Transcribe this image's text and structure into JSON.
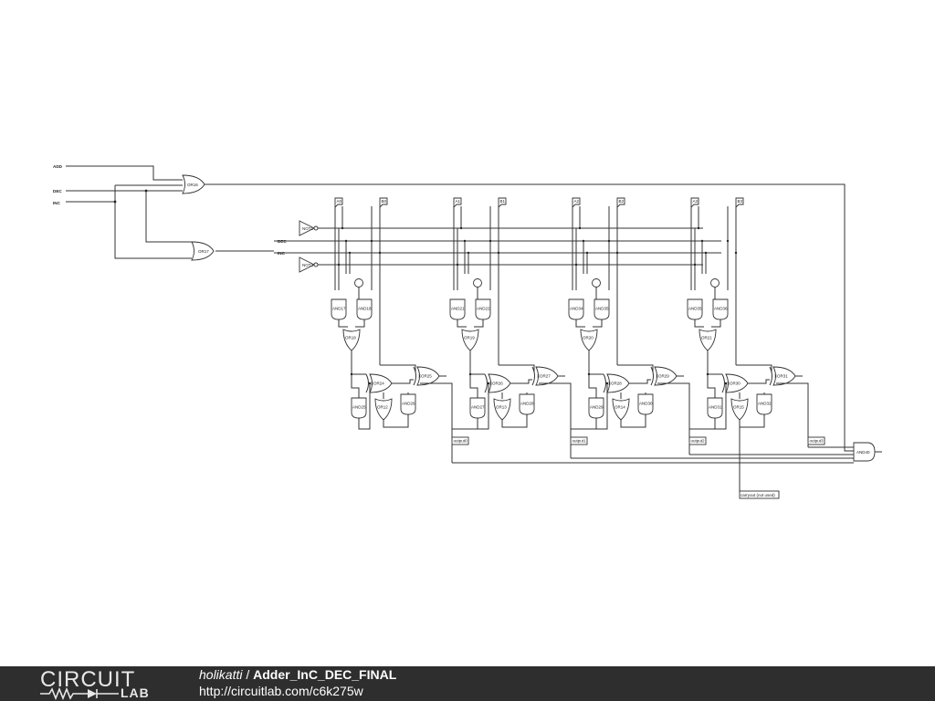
{
  "inputs": {
    "add": "ADD",
    "dec": "DEC",
    "inc": "INC"
  },
  "bus_labels": {
    "dec": "DEC",
    "inc": "INC"
  },
  "bit_inputs": [
    {
      "a": "A0",
      "b": "B0"
    },
    {
      "a": "A1",
      "b": "B1"
    },
    {
      "a": "A2",
      "b": "B2"
    },
    {
      "a": "A3",
      "b": "B3"
    }
  ],
  "gates": {
    "or16": "OR16",
    "or17": "OR17",
    "not1": "NOT1",
    "not2": "NOT2",
    "bits": [
      {
        "and_a": "AND17",
        "and_b": "AND18",
        "or_sel": "OR18",
        "xor_a": "XOR24",
        "xor_b": "XOR25",
        "and_c": "AND25",
        "or_c": "OR12",
        "and_d": "AND26"
      },
      {
        "and_a": "AND21",
        "and_b": "AND22",
        "or_sel": "OR19",
        "xor_a": "XOR26",
        "xor_b": "XOR27",
        "and_c": "AND27",
        "or_c": "OR13",
        "and_d": "AND28"
      },
      {
        "and_a": "AND34",
        "and_b": "AND35",
        "or_sel": "OR20",
        "xor_a": "XOR28",
        "xor_b": "XOR29",
        "and_c": "AND29",
        "or_c": "OR14",
        "and_d": "AND30"
      },
      {
        "and_a": "AND35",
        "and_b": "AND36",
        "or_sel": "OR21",
        "xor_a": "XOR30",
        "xor_b": "XOR31",
        "and_c": "AND31",
        "or_c": "OR15",
        "and_d": "AND32"
      }
    ],
    "and_out": "AND40"
  },
  "outputs": [
    "output0",
    "output1",
    "output2",
    "output3"
  ],
  "carry_out": "carryout (not used)",
  "footer": {
    "logo_top": "CIRCUIT",
    "logo_bottom": "LAB",
    "author": "holikatti",
    "separator": " / ",
    "project": "Adder_InC_DEC_FINAL",
    "url": "http://circuitlab.com/c6k275w"
  },
  "colors": {
    "footer_bg": "#2e2e2e",
    "wire": "#333333",
    "footer_text": "#ffffff"
  }
}
